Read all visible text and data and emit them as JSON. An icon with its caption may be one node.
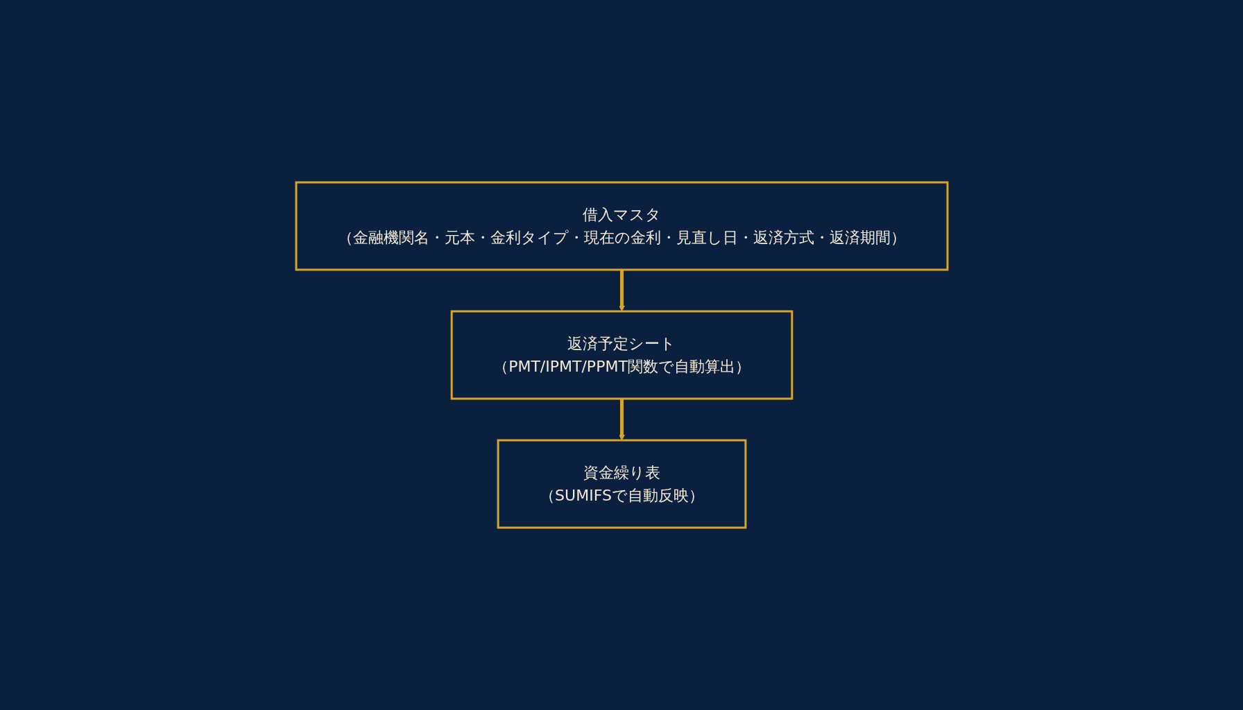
{
  "diagram": {
    "nodes": [
      {
        "text": [
          "借入マスタ",
          "（金融機関名・元本・金利タイプ・現在の金利・見直し日・返済方式・返済期間）"
        ]
      },
      {
        "text": [
          "返済予定シート",
          "（PMT/IPMT/PPMT関数で自動算出）"
        ]
      },
      {
        "text": [
          "資金繰り表",
          "（SUMIFSで自動反映）"
        ]
      }
    ],
    "edges": [
      {
        "from": 0,
        "to": 1,
        "arrow": "to"
      },
      {
        "from": 1,
        "to": 2,
        "arrow": "to"
      }
    ]
  }
}
